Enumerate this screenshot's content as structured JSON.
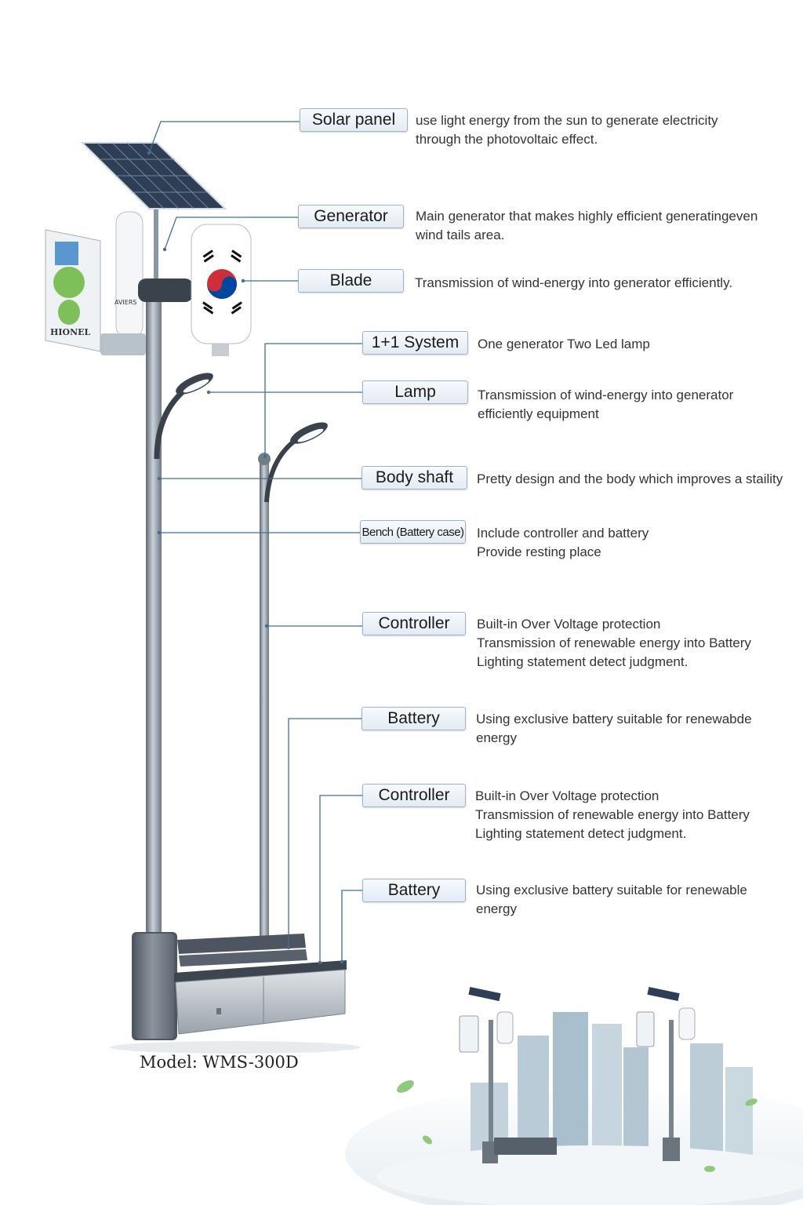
{
  "model_label": "Model: WMS-300D",
  "logo_text": "HIONEL",
  "small_brand_text": "AVIERS",
  "colors": {
    "leader_line": "#3f6f96",
    "pole": "#8c96a0",
    "tag_border": "#9fb3c6",
    "solar_panel": "#2d3e55"
  },
  "callouts": [
    {
      "label": "Solar panel",
      "lines": [
        "use light energy from the sun to generate electricity",
        "through the photovoltaic effect."
      ]
    },
    {
      "label": "Generator",
      "lines": [
        "Main generator that makes highly efficient generatingeven",
        "wind tails area."
      ]
    },
    {
      "label": "Blade",
      "lines": [
        "Transmission of wind-energy into generator efficiently."
      ]
    },
    {
      "label": "1+1 System",
      "lines": [
        "One generator Two Led lamp"
      ]
    },
    {
      "label": "Lamp",
      "lines": [
        "Transmission of wind-energy into generator",
        "efficiently equipment"
      ]
    },
    {
      "label": "Body shaft",
      "lines": [
        "Pretty design and the body which improves a staility"
      ]
    },
    {
      "label": "Bench (Battery case)",
      "lines": [
        "Include controller and battery",
        "Provide resting place"
      ]
    },
    {
      "label": "Controller",
      "lines": [
        "Built-in Over Voltage protection",
        "Transmission of renewable energy into Battery",
        "Lighting statement detect judgment."
      ]
    },
    {
      "label": "Battery",
      "lines": [
        "Using exclusive battery suitable for renewabde",
        "energy"
      ]
    },
    {
      "label": "Controller",
      "lines": [
        "Built-in Over Voltage protection",
        "Transmission of renewable  energy into Battery",
        "Lighting statement detect judgment."
      ]
    },
    {
      "label": "Battery",
      "lines": [
        "Using exclusive battery suitable for renewable",
        "energy"
      ]
    }
  ]
}
